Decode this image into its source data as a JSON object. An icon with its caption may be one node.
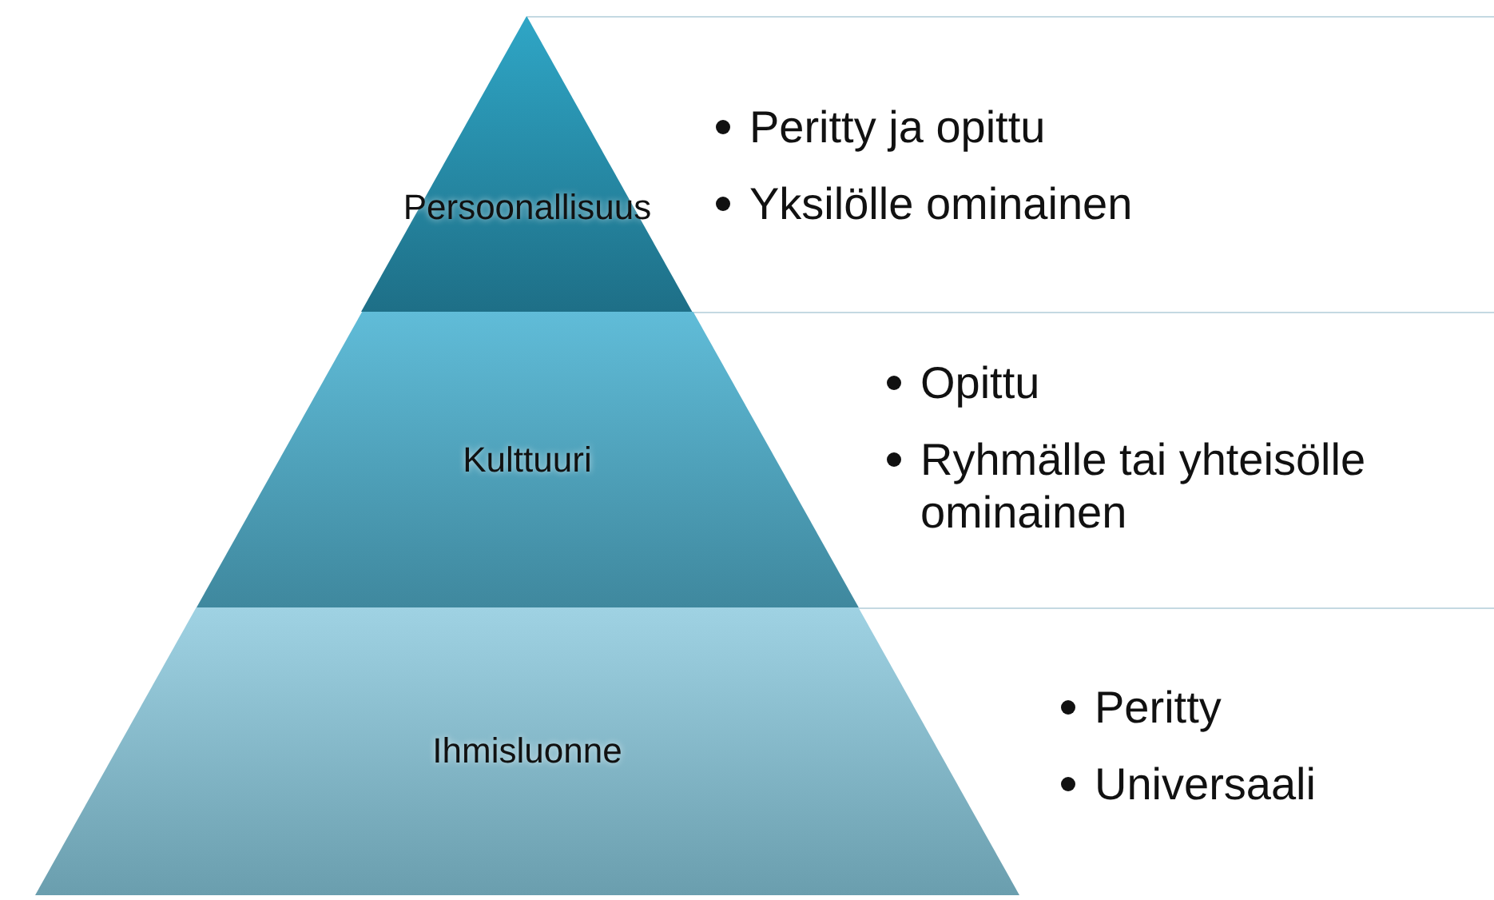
{
  "diagram": {
    "nodes": [
      {
        "text": [
          "Persoonallisuus"
        ]
      },
      {
        "text": [
          "Peritty ja opittu",
          "Yksilölle ominainen"
        ]
      },
      {
        "text": [
          "Kulttuuri"
        ]
      },
      {
        "text": [
          "Opittu",
          "Ryhmälle tai yhteisölle ominainen"
        ]
      },
      {
        "text": [
          "Ihmisluonne"
        ]
      },
      {
        "text": [
          "Peritty",
          "Universaali"
        ]
      }
    ]
  }
}
